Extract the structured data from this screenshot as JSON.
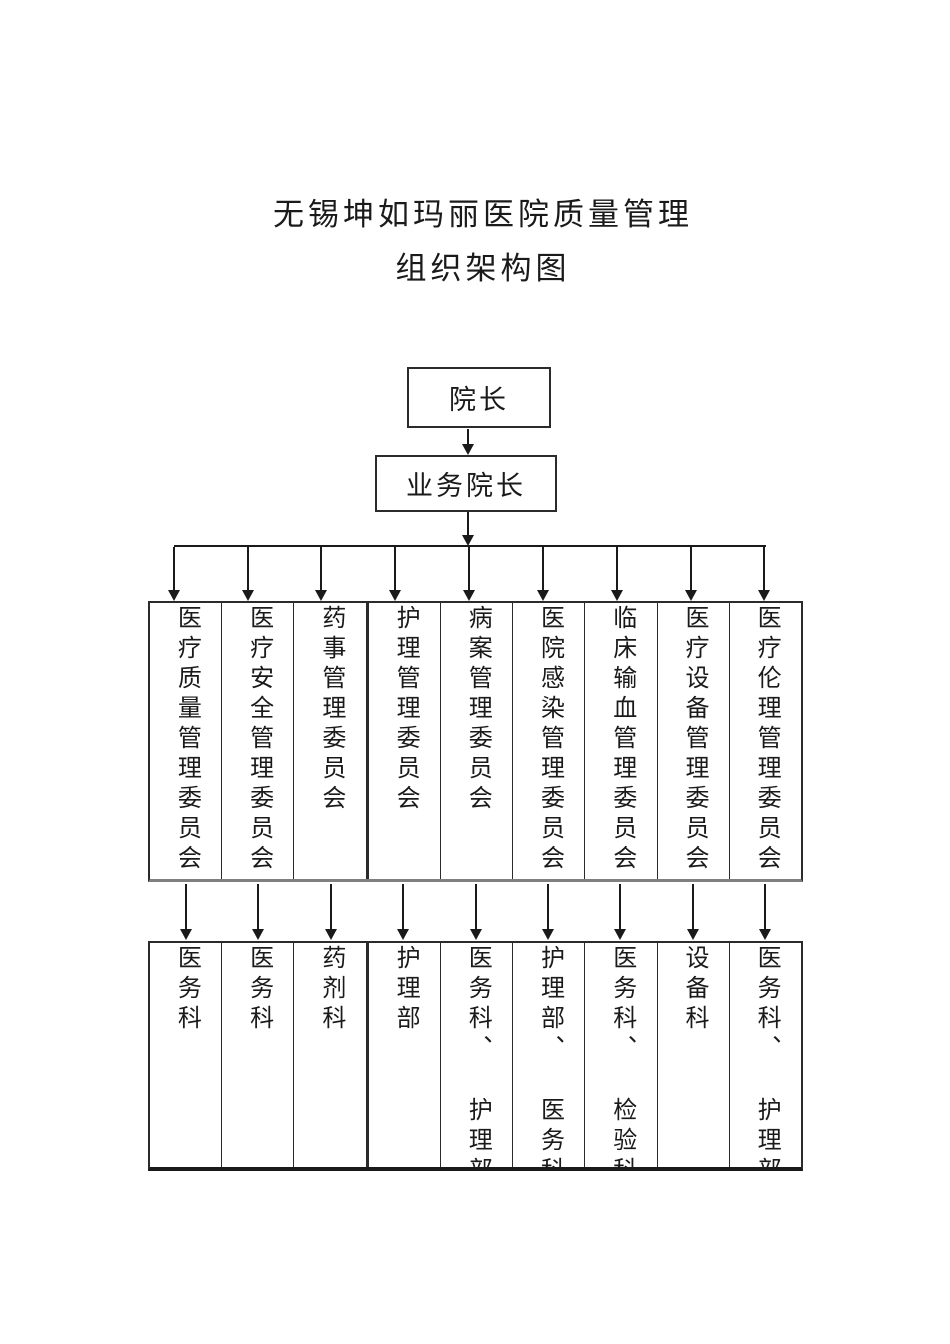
{
  "title": {
    "line1": "无锡坤如玛丽医院质量管理",
    "line2": "组织架构图"
  },
  "top_boxes": {
    "director": "院长",
    "vice_director": "业务院长"
  },
  "committees": [
    "医疗质量管理委员会",
    "医疗安全管理委员会",
    "药事管理委员会",
    "护理管理委员会",
    "病案管理委员会",
    "医院感染管理委员会",
    "临床输血管理委员会",
    "医疗设备管理委员会",
    "医疗伦理管理委员会"
  ],
  "departments": [
    "医务科",
    "医务科",
    "药剂科",
    "护理部",
    "医务科、 护理部",
    "护理部、 医务科",
    "医务科、 检验科",
    "设备科",
    "医务科、 护理部"
  ],
  "colors": {
    "line": "#1a1a1a",
    "box_border": "#2b2b2b",
    "committee_box_bottom": "#7f7f7f",
    "background": "#ffffff"
  }
}
